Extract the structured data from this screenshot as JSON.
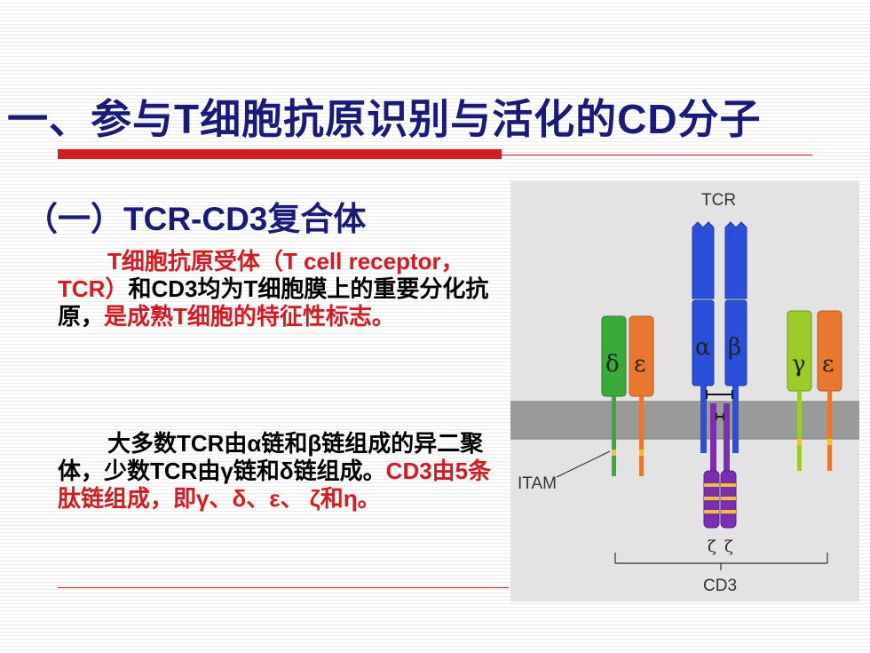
{
  "slide": {
    "title": "一、参与T细胞抗原识别与活化的CD分子",
    "subtitle": "（一）TCR-CD3复合体"
  },
  "paragraph1": {
    "red1": "T细胞抗原受体（T cell receptor，TCR）",
    "black1": "和CD3均为T细胞膜上的重要分化抗原，",
    "red2": "是成熟T细胞的特征性标志。"
  },
  "paragraph2": {
    "black1": "大多数TCR由α链和β链组成的异二聚体，少数TCR由γ链和δ链组成。",
    "red1": "CD3由5条肽链组成，即γ、δ、ε、 ζ和η。"
  },
  "figure": {
    "tcr_label": "TCR",
    "itam_label": "ITAM",
    "cd3_label": "CD3",
    "alpha": "α",
    "beta": "β",
    "delta": "δ",
    "epsilon": "ε",
    "gamma": "γ",
    "zeta": "ζ",
    "colors": {
      "blue": "#2b4fd8",
      "green": "#3aaa3a",
      "orange": "#e87830",
      "lime": "#9ccc2a",
      "purple": "#7b2fb0",
      "membrane": "#9a9a9a",
      "itam": "#f0c030"
    }
  }
}
